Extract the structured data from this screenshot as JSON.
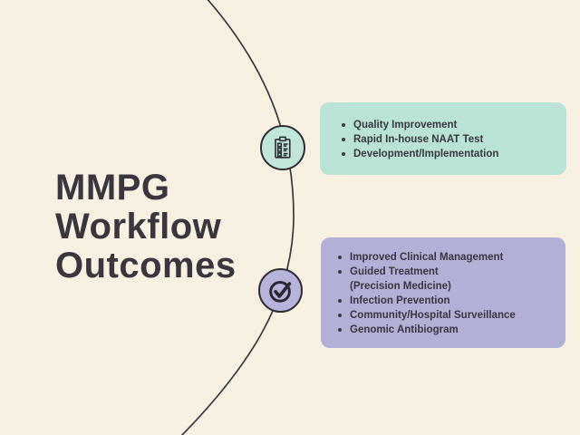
{
  "colors": {
    "background": "#f8f1e2",
    "ink": "#39363f",
    "connector_line": "#3a3640",
    "teal_box": "#b9e3d6",
    "purple_box": "#b2b0d6",
    "teal_circle": "#c0e6da",
    "purple_circle": "#b6b4da"
  },
  "title": {
    "text": "MMPG Workflow Outcomes",
    "lines": [
      "MMPG",
      "Workflow",
      "Outcomes"
    ]
  },
  "nodes": [
    {
      "icon": "clipboard-checklist-icon",
      "items": [
        {
          "text": "Quality Improvement",
          "bullet": true
        },
        {
          "text": "Rapid In-house NAAT Test",
          "bullet": true
        },
        {
          "text": "Development/Implementation",
          "bullet": true
        }
      ]
    },
    {
      "icon": "check-circle-icon",
      "items": [
        {
          "text": "Improved Clinical Management",
          "bullet": true
        },
        {
          "text": "Guided Treatment",
          "bullet": true
        },
        {
          "text": "(Precision Medicine)",
          "bullet": false
        },
        {
          "text": "Infection Prevention",
          "bullet": true
        },
        {
          "text": "Community/Hospital Surveillance",
          "bullet": true
        },
        {
          "text": "Genomic Antibiogram",
          "bullet": true
        }
      ]
    }
  ]
}
